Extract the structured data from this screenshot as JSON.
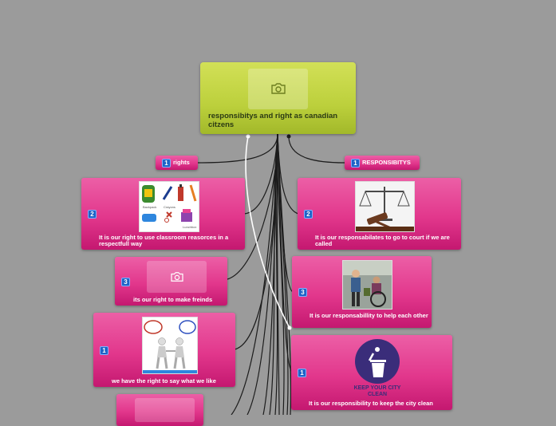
{
  "root": {
    "title": "responsibitys and right as canadian citzens",
    "icon": "camera-icon"
  },
  "branches": {
    "rights": {
      "label": "rights",
      "badge": "1"
    },
    "responsibilitys": {
      "label": "RESPONSIBITYS",
      "badge": "1"
    }
  },
  "rights_items": [
    {
      "badge": "2",
      "text": "It is our right to use classroom reasorces in a respectfull way",
      "image": "school-supplies-illustration"
    },
    {
      "badge": "3",
      "text": "its our right to make freinds",
      "image": "camera-icon"
    },
    {
      "badge": "1",
      "text": "we have the right to say what we like",
      "image": "speech-bubbles-illustration"
    },
    {
      "badge": "",
      "text": "",
      "image": "camera-icon"
    }
  ],
  "responsibility_items": [
    {
      "badge": "2",
      "text": "It is our responsabilates to go to court if we are called",
      "image": "scales-gavel-photo"
    },
    {
      "badge": "3",
      "text": "It is our responsabillity to help each other",
      "image": "wheelchair-help-photo"
    },
    {
      "badge": "1",
      "text": "It is our responsibility to keep the city clean",
      "image": "trash-bin-icon",
      "sign_text": "KEEP YOUR CITY CLEAN"
    }
  ],
  "colors": {
    "background": "#9b9b9b",
    "root": "#bcd03c",
    "node": "#e2378c",
    "badge": "#1e63c7"
  }
}
